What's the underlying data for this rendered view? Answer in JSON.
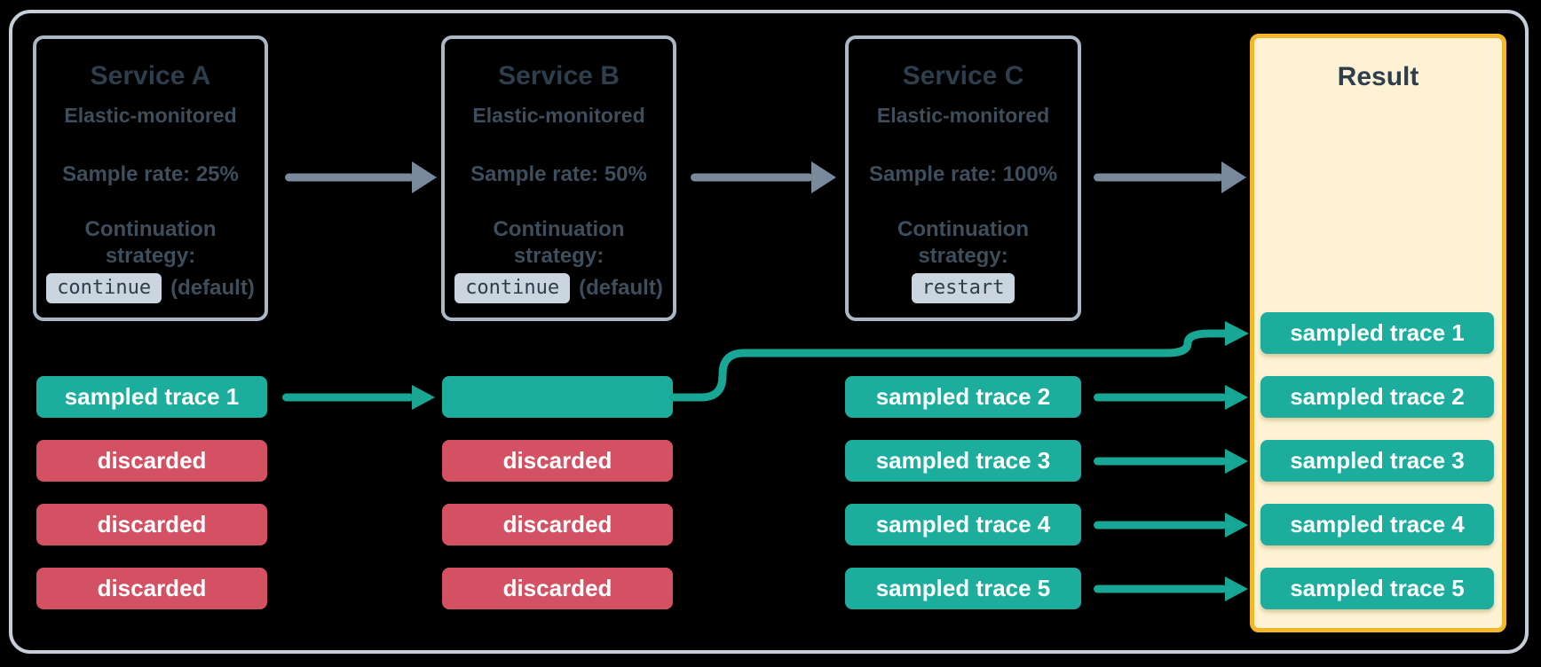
{
  "colors": {
    "teal_chip": "#1CAD9D",
    "teal_line": "#18A695",
    "red_chip": "#D45163",
    "chip_text": "#FFFFFF",
    "arrow_gray": "#78899B",
    "heading": "#2E3E4C",
    "body_text": "#3E4E5C",
    "code_bg": "#CBD5E0",
    "code_text": "#2E3C4A",
    "box_border": "#AAB8C6",
    "outer_border": "#C6CEDB",
    "panel_bg": "#FDF2D4",
    "panel_border": "#F3B829",
    "page_bg": "#000000"
  },
  "services": [
    {
      "title": "Service A",
      "monitoring": "Elastic-monitored",
      "sample_rate": "Sample rate: 25%",
      "continuation_line1": "Continuation",
      "continuation_line2": "strategy:",
      "strategy_code": "continue",
      "strategy_note": "(default)"
    },
    {
      "title": "Service B",
      "monitoring": "Elastic-monitored",
      "sample_rate": "Sample rate: 50%",
      "continuation_line1": "Continuation",
      "continuation_line2": "strategy:",
      "strategy_code": "continue",
      "strategy_note": "(default)"
    },
    {
      "title": "Service C",
      "monitoring": "Elastic-monitored",
      "sample_rate": "Sample rate: 100%",
      "continuation_line1": "Continuation",
      "continuation_line2": "strategy:",
      "strategy_code": "restart",
      "strategy_note": ""
    }
  ],
  "result_panel": {
    "title": "Result",
    "traces": [
      "sampled trace 1",
      "sampled trace 2",
      "sampled trace 3",
      "sampled trace 4",
      "sampled trace 5"
    ]
  },
  "trace_rows": {
    "service_a": [
      "sampled trace 1",
      "discarded",
      "discarded",
      "discarded"
    ],
    "service_b": [
      "",
      "discarded",
      "discarded",
      "discarded"
    ],
    "service_c": [
      "sampled trace 2",
      "sampled trace 3",
      "sampled trace 4",
      "sampled trace 5"
    ]
  }
}
